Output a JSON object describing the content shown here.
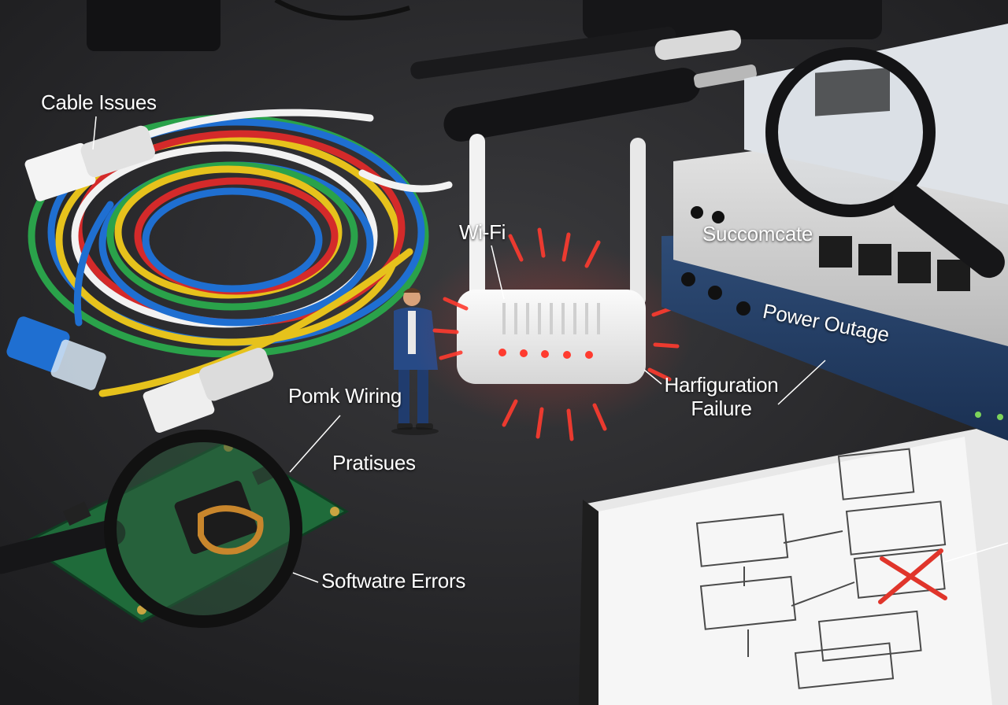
{
  "labels": {
    "cable": "Cable Issues",
    "wifi": "Wi-Fi",
    "succomcate": "Succomcate",
    "power": "Power Outage",
    "harfig_line1": "Harfiguration",
    "harfig_line2": "Failure",
    "pomk": "Pomk Wiring",
    "pratisues": "Pratisues",
    "software": "Softwatre Errors"
  },
  "colors": {
    "background": "#222224",
    "router_leds": "#ff3b2f",
    "cross_mark": "#e0352b"
  }
}
